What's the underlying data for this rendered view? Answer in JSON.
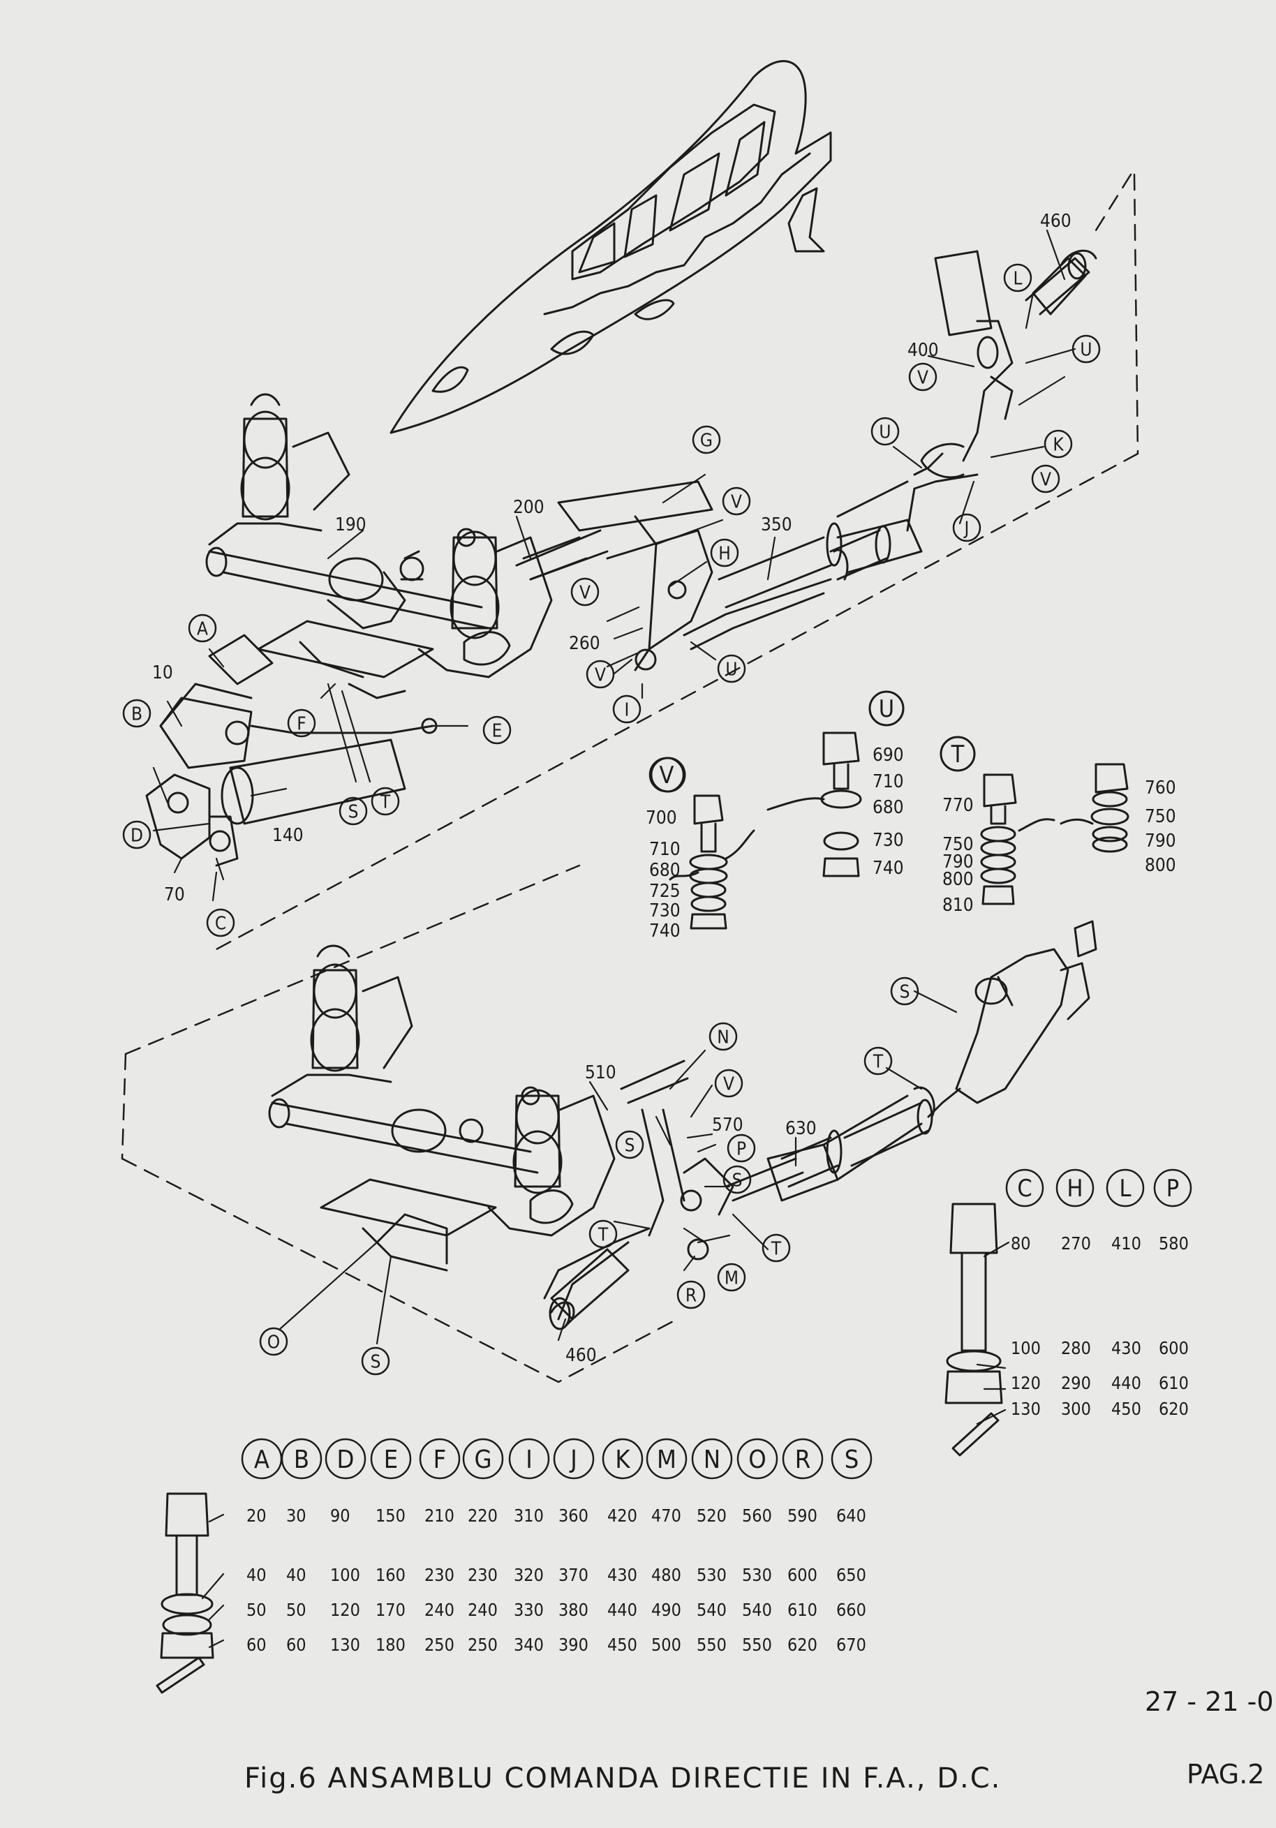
{
  "caption": "Fig.6 ANSAMBLU COMANDA DIRECTIE IN F.A., D.C.",
  "doc_number": "27 - 21 -0",
  "page_label": "PAG.2",
  "callouts": {
    "top": [
      "460",
      "400",
      "190",
      "200",
      "350",
      "260",
      "10",
      "140",
      "70"
    ],
    "bottom": [
      "510",
      "570",
      "630",
      "460"
    ]
  },
  "letter_labels_top": [
    "L",
    "U",
    "V",
    "K",
    "V",
    "J",
    "U",
    "G",
    "V",
    "H",
    "V",
    "V",
    "U",
    "I",
    "A",
    "B",
    "E",
    "F",
    "S",
    "T",
    "D",
    "C"
  ],
  "letter_labels_bottom": [
    "N",
    "V",
    "S",
    "P",
    "S",
    "T",
    "T",
    "M",
    "R",
    "S",
    "T",
    "O",
    "S"
  ],
  "detail_V": {
    "letter": "V",
    "parts": [
      "700",
      "710",
      "680",
      "725",
      "730",
      "740"
    ]
  },
  "detail_U": {
    "letter": "U",
    "parts": [
      "690",
      "710",
      "680",
      "730",
      "740"
    ]
  },
  "detail_T": {
    "letter": "T",
    "parts_left": [
      "770",
      "750",
      "790",
      "800",
      "810"
    ],
    "parts_right": [
      "760",
      "750",
      "790",
      "800"
    ]
  },
  "table_CHLP": {
    "headers": [
      "C",
      "H",
      "L",
      "P"
    ],
    "rows": [
      [
        "80",
        "270",
        "410",
        "580"
      ],
      [
        "100",
        "280",
        "430",
        "600"
      ],
      [
        "120",
        "290",
        "440",
        "610"
      ],
      [
        "130",
        "300",
        "450",
        "620"
      ]
    ]
  },
  "table_main": {
    "headers": [
      "A",
      "B",
      "D",
      "E",
      "F",
      "G",
      "I",
      "J",
      "K",
      "M",
      "N",
      "O",
      "R",
      "S"
    ],
    "rows": [
      [
        "20",
        "30",
        "90",
        "150",
        "210",
        "220",
        "310",
        "360",
        "420",
        "470",
        "520",
        "560",
        "590",
        "640"
      ],
      [
        "40",
        "40",
        "100",
        "160",
        "230",
        "230",
        "320",
        "370",
        "430",
        "480",
        "530",
        "530",
        "600",
        "650"
      ],
      [
        "50",
        "50",
        "120",
        "170",
        "240",
        "240",
        "330",
        "380",
        "440",
        "490",
        "540",
        "540",
        "610",
        "660"
      ],
      [
        "60",
        "60",
        "130",
        "180",
        "250",
        "250",
        "340",
        "390",
        "450",
        "500",
        "550",
        "550",
        "620",
        "670"
      ]
    ]
  }
}
